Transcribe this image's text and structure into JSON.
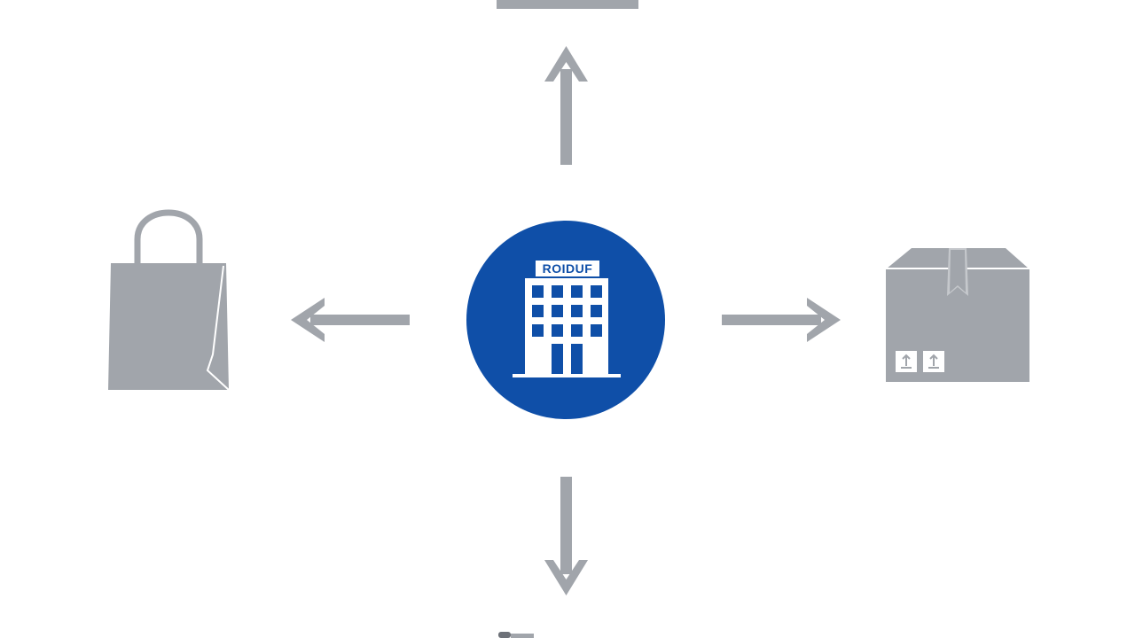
{
  "colors": {
    "background": "#ffffff",
    "accent": "#0f4fa8",
    "icon_gray": "#a1a5ab",
    "arrow_gray": "#a1a5ab",
    "building_fill": "#ffffff"
  },
  "center_node": {
    "icon": "office-building-icon",
    "sign_text": "ROIDUF"
  },
  "nodes": [
    {
      "direction": "top",
      "icon": "partial-bar-icon"
    },
    {
      "direction": "left",
      "icon": "shopping-bag-icon"
    },
    {
      "direction": "right",
      "icon": "package-box-icon"
    },
    {
      "direction": "bottom",
      "icon": "partial-icon"
    }
  ],
  "arrows": [
    {
      "direction": "up"
    },
    {
      "direction": "left"
    },
    {
      "direction": "right"
    },
    {
      "direction": "down"
    }
  ]
}
